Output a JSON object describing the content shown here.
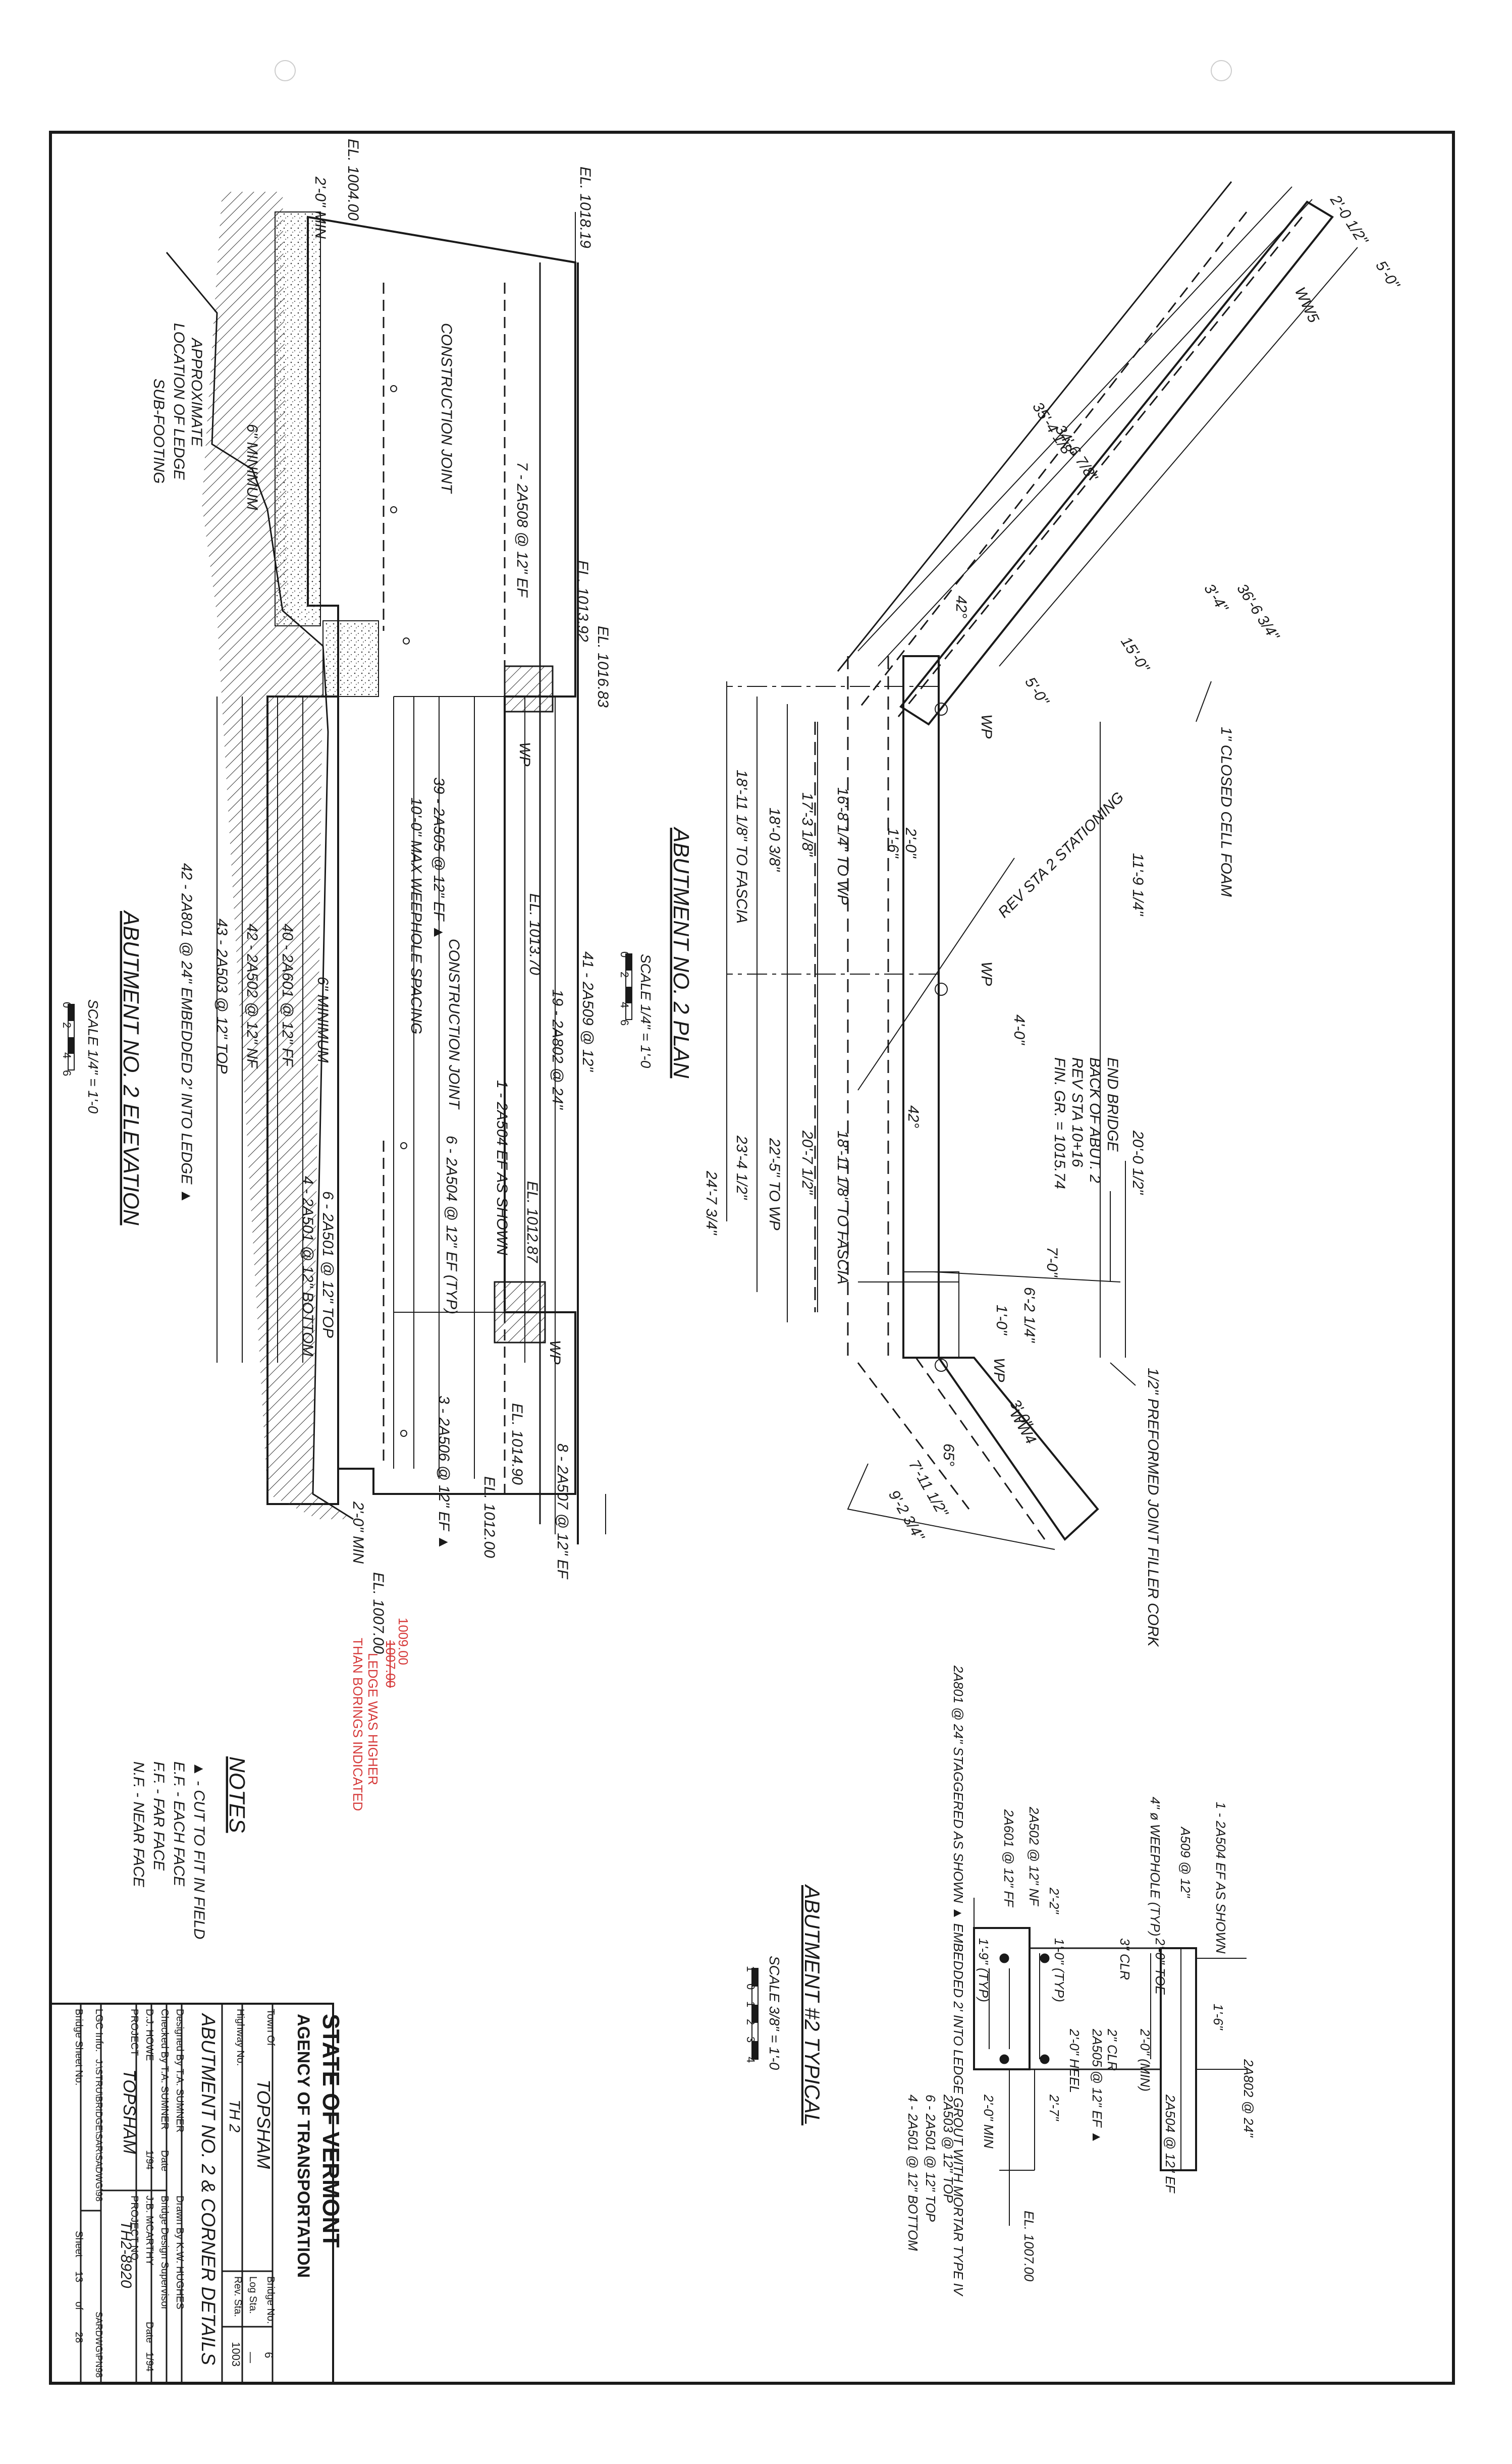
{
  "sheet": {
    "sections": {
      "plan_title": "ABUTMENT NO. 2 PLAN",
      "plan_scale": "SCALE 1/4\" = 1'-0",
      "elevation_title": "ABUTMENT NO. 2 ELEVATION",
      "elevation_scale": "SCALE 1/4\" = 1'-0",
      "typical_title": "ABUTMENT #2 TYPICAL",
      "typical_scale": "SCALE 3/8\" = 1'-0"
    },
    "scale_bar_labels": [
      "0",
      "2",
      "4",
      "6"
    ],
    "typical_scale_bar_labels": [
      "1",
      "0",
      "1",
      "2",
      "3",
      "4"
    ],
    "plan_labels": {
      "ww4": "WW4",
      "ww5": "WW5",
      "closed_cell_foam": "1\" CLOSED CELL FOAM",
      "preformed_joint": "1/2\" PREFORMED JOINT FILLER CORK",
      "end_bridge": [
        "END BRIDGE",
        "BACK OF ABUT. 2",
        "REV STA 10+16",
        "FIN. GR. = 1015.74"
      ],
      "rev_stationing": "REV STA 2 STATIONING",
      "wp": "WP",
      "dim_35_4": "35'-4 1/8\"",
      "dim_34_6": "34'-6 7/8\"",
      "dim_36_6": "36'-6 3/4\"",
      "dim_2_0_6": "2'-0 1/2\"",
      "dim_5_0": "5'-0\"",
      "dim_3_4": "3'-4\"",
      "dim_15_0": "15'-0\"",
      "dim_11_9": "11'-9 1/4\"",
      "dim_20_0": "20'-0 1/2\"",
      "dim_16_8": "16'-8 1/4\" TO WP",
      "dim_17_3": "17'-3 1/8\"",
      "dim_18_0": "18'-0 3/8\"",
      "dim_18_11": "18'-11 1/8\" TO FASCIA",
      "dim_18_11b": "18'-11 1/8\" TO FASCIA",
      "dim_20_7": "20'-7 1/2\"",
      "dim_22_5": "22'-5\" TO WP",
      "dim_23_4": "23'-4 1/2\"",
      "dim_24_7": "24'-7 3/4\"",
      "dim_7_0": "7'-0\"",
      "dim_6_2": "6'-2 1/4\"",
      "dim_1_0": "1'-0\"",
      "dim_3_0": "3'-0\"",
      "dim_2_0": "2'-0\"",
      "dim_1_6": "1'-6\"",
      "dim_7_11": "7'-11 1/2\"",
      "dim_9_2": "9'-2 3/4\"",
      "dim_4_0": "4'-0\"",
      "dim_5_0b": "5'-0\"",
      "angle_42": "42°",
      "angle_65": "65°",
      "angle_42b": "42°"
    },
    "elevation_labels": {
      "el_1018_19": "EL. 1018.19",
      "el_1016_83": "EL. 1016.83",
      "el_1013_92": "EL. 1013.92",
      "el_1013_70": "EL. 1013.70",
      "el_1012_87": "EL. 1012.87",
      "el_1014_90": "EL. 1014.90",
      "el_1012_00": "EL. 1012.00",
      "el_1004_00": "EL. 1004.00",
      "el_1007_00_struck": "EL. 1007.00",
      "min_2_0": "2'-0\" MIN",
      "min_2_0b": "2'-0\" MIN",
      "construction_joint": "CONSTRUCTION JOINT",
      "construction_joint_b": "CONSTRUCTION JOINT",
      "approx_ledge": [
        "APPROXIMATE",
        "LOCATION OF LEDGE"
      ],
      "sub_footing": "SUB-FOOTING",
      "six_min": "6\" MINIMUM",
      "six_min_b": "6\" MINIMUM",
      "bars": {
        "b1": "7 - 2A508 @ 12\" EF",
        "b2": "39 - 2A505 @ 12\" EF ▲",
        "b3": "10'-0\" MAX WEEPHOLE SPACING",
        "b4": "41 - 2A509 @ 12\"",
        "b5": "19 - 2A802 @ 24\"",
        "b6": "1 - 2A504 EF AS SHOWN",
        "b7": "6 - 2A504 @ 12\" EF (TYP)",
        "b8": "8 - 2A507 @ 12\" EF",
        "b9": "3 - 2A506 @ 12\" EF ▲",
        "b10": "6 - 2A501 @ 12\" TOP",
        "b11": "4 - 2A501 @ 12\" BOTTOM",
        "b12": "40 - 2A601 @ 12\" FF",
        "b13": "42 - 2A502 @ 12\" NF",
        "b14": "43 - 2A503 @ 12\" TOP",
        "b15": "42 - 2A801 @ 24\" EMBEDDED 2' INTO LEDGE ▲"
      },
      "wp": "WP",
      "wp2": "WP"
    },
    "field_note": {
      "value": "1009.00",
      "struck": "1007.00",
      "lines": [
        "LEDGE WAS HIGHER",
        "THAN BORINGS INDICATED"
      ]
    },
    "typical_labels": {
      "l1": "1 - 2A504 EF AS SHOWN",
      "l2": "A509 @ 12\"",
      "l3": "2A802 @ 24\"",
      "l4": "1'-6\"",
      "l5": "2'-0\" TOE",
      "l6": "3\" CLR",
      "l7": "2'-0\" (MIN)",
      "l8": "2\" CLR",
      "l9": "2A505 @ 12\" EF ▲",
      "l10": "2'-0\" HEEL",
      "l11": "4\" ø WEEPHOLE (TYP)",
      "l12": "1'-0\" (TYP)",
      "l13": "2'-2\"",
      "l14": "2A502 @ 12\" NF",
      "l15": "2A601 @ 12\" FF",
      "l16": "2A801 @ 24\" STAGGERED AS SHOWN ▲ EMBEDDED 2' INTO LEDGE GROUT WITH MORTAR TYPE IV",
      "l17": "1'-9\" (TYP)",
      "l18": "2A503 @ 12\" TOP",
      "l19": "6 - 2A501 @ 12\" TOP",
      "l20": "4 - 2A501 @ 12\" BOTTOM",
      "l21": "2'-0\" MIN",
      "l22": "2'-7\"",
      "l23": "2A504 @ 12\" EF",
      "l24": "EL. 1007.00"
    },
    "notes": {
      "title": "NOTES",
      "items": [
        "▲ - CUT TO FIT IN FIELD",
        "E.F. - EACH FACE",
        "F.F. - FAR FACE",
        "N.F. - NEAR FACE"
      ]
    },
    "title_block": {
      "agency_line1": "STATE OF VERMONT",
      "agency_line2": "AGENCY OF TRANSPORTATION",
      "town_label": "Town Of",
      "town": "TOPSHAM",
      "highway_label": "Highway No.",
      "highway": "TH 2",
      "bridge_label": "Bridge No.",
      "bridge_no": "6",
      "log_label": "Log Sta.",
      "log_sta": "—",
      "rev_label": "Rev. Sta.",
      "rev_sta": "1003",
      "drawing_title": "ABUTMENT NO. 2 & CORNER DETAILS",
      "designed_by": "Designed By T.A. SUMNER",
      "drawn_by": "Drawn By K.W. HUGHES",
      "checked_by": "Checked By T.A. SUMNER",
      "date_label": "Date",
      "supervisor_label": "Bridge Design Supervisor",
      "checker": "D.J. HOWE",
      "date1": "1/94",
      "supervisor": "J.B. MCARTHY",
      "date2": "1/94",
      "project_label": "PROJECT",
      "project": "TOPSHAM",
      "project_no_label": "PROJECT NO.",
      "project_no": "TH2-8920",
      "lgc_label": "LGC Info.",
      "lgc": "J:\\STRU\\BRIDGE\\SAR\\SADWG\\98",
      "bridge_sheet_label": "Bridge Sheet No.",
      "sheet_label": "Sheet",
      "sheet_no": "13",
      "of_label": "of",
      "sheet_total": "28",
      "file": "SARDWG\\PN98"
    }
  },
  "colors": {
    "line": "#1a1a1a",
    "paper": "#ffffff",
    "annotation": "#d63a3a"
  }
}
